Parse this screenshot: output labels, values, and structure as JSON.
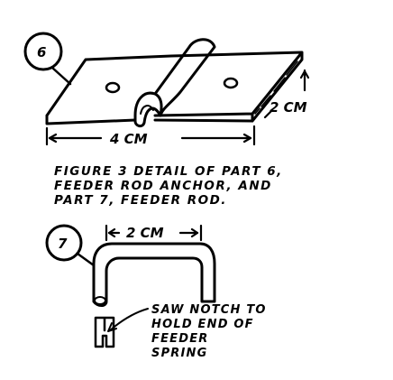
{
  "figure": {
    "part6": {
      "number": "6",
      "width_label": "4 CM",
      "depth_label": "2 CM"
    },
    "caption": {
      "line1": "FIGURE 3  DETAIL OF PART 6,",
      "line2": "FEEDER ROD ANCHOR, AND",
      "line3": "PART 7, FEEDER ROD."
    },
    "part7": {
      "number": "7",
      "width_label": "2 CM",
      "note_line1": "SAW NOTCH TO",
      "note_line2": "HOLD END OF",
      "note_line3": "FEEDER",
      "note_line4": "SPRING"
    }
  }
}
